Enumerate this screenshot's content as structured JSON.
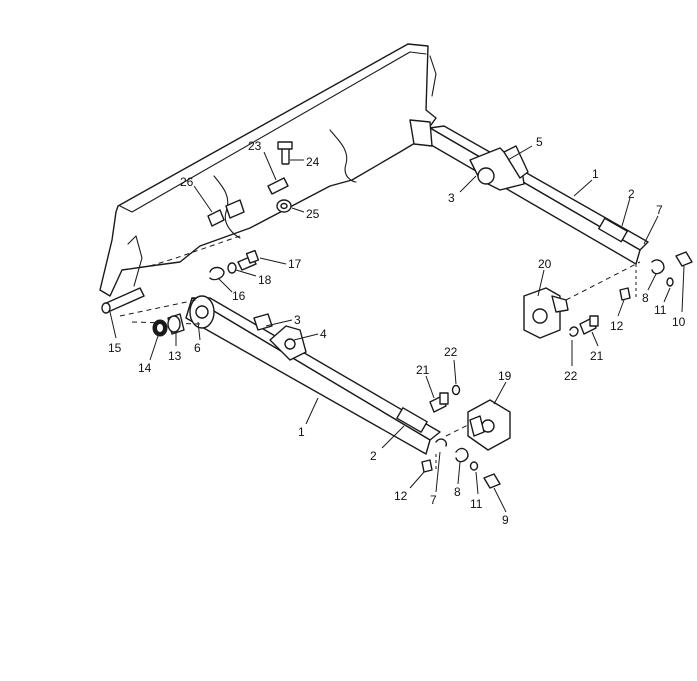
{
  "callouts": [
    {
      "id": "c1a",
      "text": "1"
    },
    {
      "id": "c1b",
      "text": "1"
    },
    {
      "id": "c2a",
      "text": "2"
    },
    {
      "id": "c2b",
      "text": "2"
    },
    {
      "id": "c3a",
      "text": "3"
    },
    {
      "id": "c3b",
      "text": "3"
    },
    {
      "id": "c4",
      "text": "4"
    },
    {
      "id": "c5",
      "text": "5"
    },
    {
      "id": "c6",
      "text": "6"
    },
    {
      "id": "c7a",
      "text": "7"
    },
    {
      "id": "c7b",
      "text": "7"
    },
    {
      "id": "c8a",
      "text": "8"
    },
    {
      "id": "c8b",
      "text": "8"
    },
    {
      "id": "c9",
      "text": "9"
    },
    {
      "id": "c10",
      "text": "10"
    },
    {
      "id": "c11a",
      "text": "11"
    },
    {
      "id": "c11b",
      "text": "11"
    },
    {
      "id": "c12a",
      "text": "12"
    },
    {
      "id": "c12b",
      "text": "12"
    },
    {
      "id": "c13",
      "text": "13"
    },
    {
      "id": "c14",
      "text": "14"
    },
    {
      "id": "c15",
      "text": "15"
    },
    {
      "id": "c16",
      "text": "16"
    },
    {
      "id": "c17",
      "text": "17"
    },
    {
      "id": "c18",
      "text": "18"
    },
    {
      "id": "c19",
      "text": "19"
    },
    {
      "id": "c20",
      "text": "20"
    },
    {
      "id": "c21a",
      "text": "21"
    },
    {
      "id": "c21b",
      "text": "21"
    },
    {
      "id": "c22a",
      "text": "22"
    },
    {
      "id": "c22b",
      "text": "22"
    },
    {
      "id": "c23",
      "text": "23"
    },
    {
      "id": "c24",
      "text": "24"
    },
    {
      "id": "c25",
      "text": "25"
    },
    {
      "id": "c26",
      "text": "26"
    }
  ]
}
